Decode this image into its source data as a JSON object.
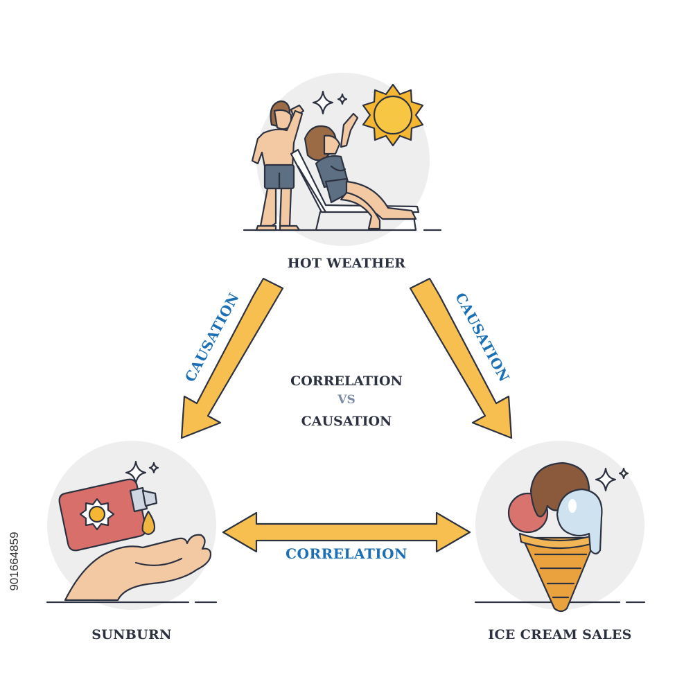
{
  "nodes": {
    "top": "HOT WEATHER",
    "left": "SUNBURN",
    "right": "ICE CREAM SALES"
  },
  "center": {
    "line1": "CORRELATION",
    "vs": "VS",
    "line2": "CAUSATION"
  },
  "relations": {
    "left_arrow": "CAUSATION",
    "right_arrow": "CAUSATION",
    "bottom_arrow": "CORRELATION"
  },
  "stock_id": "901664859",
  "colors": {
    "arrow_fill": "#f7bf4f",
    "relation_text": "#1b6fb5",
    "label_text": "#2c3140",
    "circle_bg": "#eeeeee",
    "sun": "#f5b731",
    "skin": "#f3c9a3",
    "swimwear": "#5d6f82",
    "lotion_bottle": "#d96f6b",
    "chocolate_scoop": "#8b5a3c",
    "strawberry_scoop": "#d9736e",
    "vanilla_scoop": "#cfe2f0",
    "cone": "#eaa23f"
  }
}
